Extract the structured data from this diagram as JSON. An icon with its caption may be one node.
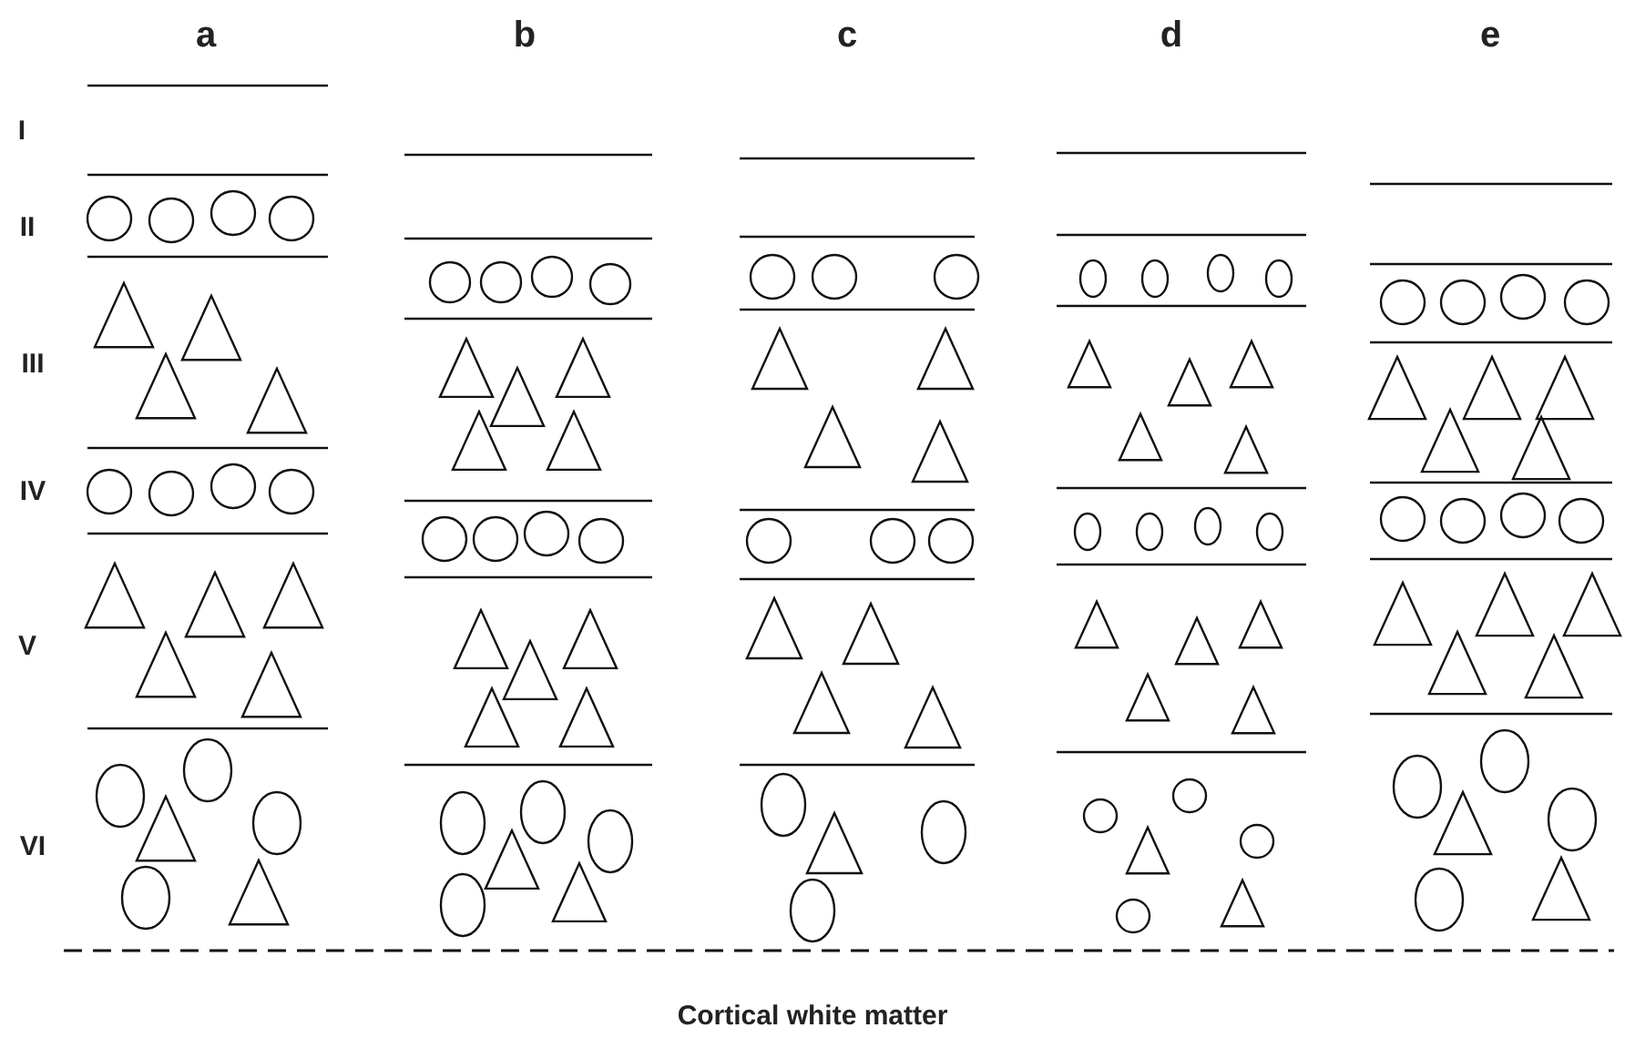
{
  "diagram": {
    "labels": [
      "a",
      "b",
      "c",
      "d",
      "e",
      "I",
      "II",
      "III",
      "IV",
      "V",
      "VI",
      "Cortical white matter"
    ]
  }
}
